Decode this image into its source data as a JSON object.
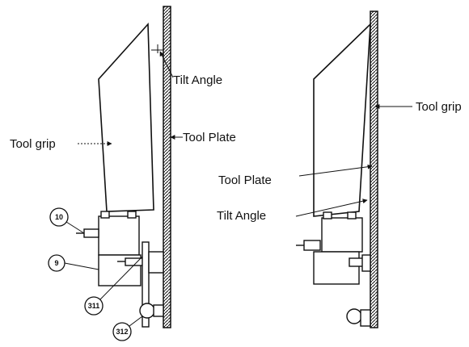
{
  "left_view": {
    "labels": {
      "tilt_angle": "Tilt Angle",
      "tool_grip": "Tool grip",
      "tool_plate": "Tool Plate"
    },
    "callouts": [
      "10",
      "9",
      "311",
      "312"
    ]
  },
  "right_view": {
    "labels": {
      "tool_grip": "Tool grip",
      "tool_plate": "Tool Plate",
      "tilt_angle": "Tilt Angle"
    }
  }
}
